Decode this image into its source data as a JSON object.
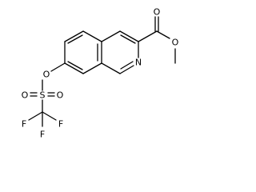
{
  "structure": {
    "atom_labels": {
      "carbonyl_oxygen": "O",
      "ester_oxygen": "O",
      "ring_nitrogen": "N",
      "aryl_oxygen": "O",
      "sulfur": "S",
      "sulfonyl_oxygen_left": "O",
      "sulfonyl_oxygen_right": "O",
      "fluorine_left": "F",
      "fluorine_right": "F",
      "fluorine_bottom": "F"
    }
  }
}
